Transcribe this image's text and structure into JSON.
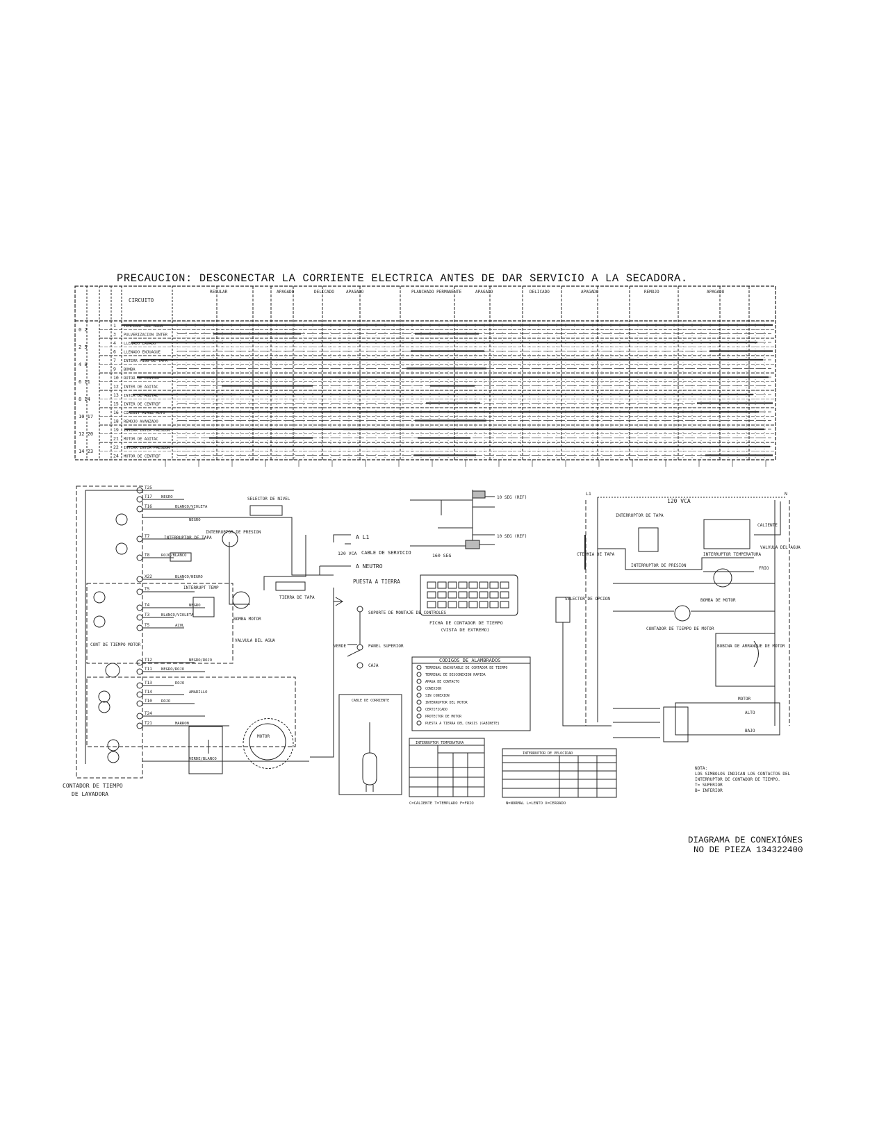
{
  "caution": "PRECAUCION: DESCONECTAR LA CORRIENTE ELECTRICA ANTES DE DAR SERVICIO A LA SECADORA.",
  "chart": {
    "header_circuit": "CIRCUITO",
    "cycles": [
      "REGULAR",
      "APAGADO",
      "DELICADO",
      "APAGADO",
      "PLANCHADO PERMANENTE",
      "APAGADO",
      "DELICADO",
      "APAGADO",
      "REMOJO",
      "APAGADO"
    ],
    "rows": [
      {
        "num": "1",
        "label": "TEMPERAT DEL AGUA"
      },
      {
        "num": "3",
        "label": "PULVERIZACION INTER"
      },
      {
        "num": "4",
        "label": "LLENADO LAVADO"
      },
      {
        "num": "6",
        "label": "LLENADO ENJUAGUE"
      },
      {
        "num": "7",
        "label": "INTERR PISO DE TAPA"
      },
      {
        "num": "9",
        "label": "BOMBA"
      },
      {
        "num": "10",
        "label": "ROTOR DE CENTRIF"
      },
      {
        "num": "12",
        "label": "INTER DE AGITAC"
      },
      {
        "num": "13",
        "label": "INTER DE AGITAC"
      },
      {
        "num": "15",
        "label": "INTER DE CENTRIF"
      },
      {
        "num": "16",
        "label": "CIRCUIT AVANZ AUTO"
      },
      {
        "num": "18",
        "label": "REMOJO AVANZADO"
      },
      {
        "num": "19",
        "label": "INTERR INTER PRESION"
      },
      {
        "num": "21",
        "label": "MOTOR DE AGITAC"
      },
      {
        "num": "22",
        "label": "INTERR INTER PRESION"
      },
      {
        "num": "24",
        "label": "MOTOR DE CENTRIF"
      }
    ],
    "left_pairs": [
      "0 2",
      "2 5",
      "4 8",
      "6 11",
      "8 14",
      "10 17",
      "12 20",
      "14 23"
    ]
  },
  "left": {
    "terminals": [
      "T25",
      "T17",
      "T16",
      "T7",
      "T8",
      "X22",
      "T5",
      "T4",
      "T3",
      "T5",
      "T12",
      "T11",
      "T13",
      "T14",
      "T10",
      "T24",
      "T21"
    ],
    "wires": [
      "NEGRO",
      "BLANCO/VIOLETA",
      "NEGRO",
      "ROJO/BLANCO",
      "BLANCO/NEGRO",
      "NEGRO",
      "BLANCO/VIOLETA",
      "AZUL",
      "NEGRO/ROJO",
      "NEGRO/ROJO",
      "ROJO",
      "AMARILLO",
      "ROJO",
      "MARRON",
      "VERDE/BLANCO"
    ],
    "labels": {
      "selector": "SELECTOR DE NIVEL",
      "lid_switch": "INTERRUPTOR DE TAPA",
      "pressure_switch": "INTERRUPTOR DE PRESION",
      "pump": "BOMBA MOTOR",
      "temp_switch": "INTERRUPT TEMP",
      "valve": "VALVULA DEL AGUA",
      "timer_motor": "CONT DE TIEMPO MOTOR",
      "lid_ground": "TIERRA DE TAPA",
      "motor": "MOTOR",
      "timer_title_1": "CONTADOR DE TIEMPO",
      "timer_title_2": "DE LAVADORA",
      "l1": "A L1",
      "neutral": "A NEUTRO",
      "volts": "120 VCA",
      "service_cord": "CABLE DE SERVICIO",
      "ground": "PUESTA A TIERRA",
      "green": "VERDE",
      "support": "SOPORTE DE MONTAJE DE CONTROLES",
      "panel": "PANEL SUPERIOR",
      "cabinet": "CAJA"
    }
  },
  "middle": {
    "timing_title": "FICHA DE CONTADOR DE TIEMPO",
    "timing_sub": "(VISTA DE EXTREMO)",
    "codes_title": "CODIGOS DE ALAMBRADOS",
    "codes": [
      "TERMINAL ENCHUFABLE DE CONTADOR DE TIEMPO",
      "TERMINAL DE DESCONEXION RAPIDA",
      "APAGA DE CONTACTO",
      "CONEXION",
      "SIN CONEXION",
      "INTERRUPTOR DEL MOTOR",
      "CERTIFICADO",
      "PROTECTOR DE MOTOR",
      "PUESTA A TIERRA DEL CHASIS (GABINETE)"
    ],
    "ground_box_title": "CABLE DE CORRIENTE",
    "temp_table_title": "INTERRUPTOR TEMPERATURA",
    "speed_table_title": "INTERRUPTOR DE VELOCIDAD",
    "temp_footer": "C=CALIENTE  T=TEMPLADO  F=FRIO",
    "speed_footer": "N=NORMAL  L=LENTO  X=CERRADO",
    "interval_label": "160 SEG",
    "sec_top": "10 SEG (REF)",
    "sec_bot": "10 SEG (REF)"
  },
  "right": {
    "volts": "120 VCA",
    "l1": "L1",
    "n": "N",
    "lid_switch": "INTERRUPTOR DE TAPA",
    "pressure": "INTERRUPTOR DE PRESION",
    "temp_switch": "INTERRUPTOR TEMPERATURA",
    "hot": "CALIENTE",
    "valve": "VALVULA DEL AGUA",
    "cold": "FRIO",
    "lid_heater": "CTERMIA DE TAPA",
    "selector": "SELECTOR DE OPCION",
    "pump": "BOMBA DE MOTOR",
    "timer": "CONTADOR DE TIEMPO DE MOTOR",
    "start_coil": "BOBINA DE ARRANQUE DE MOTOR",
    "motor": "MOTOR",
    "high": "ALTO",
    "low": "BAJO",
    "note_1": "NOTA:",
    "note_2": "LOS SIMBOLOS INDICAN LOS CONTACTOS DEL",
    "note_3": "INTERRUPTOR DE CONTADOR DE TIEMPO.",
    "note_4": "T= SUPERIOR",
    "note_5": "B= INFERIOR"
  },
  "footer": {
    "line1": "DIAGRAMA DE CONEXIÓNES",
    "line2": "NO DE PIEZA 134322400"
  }
}
